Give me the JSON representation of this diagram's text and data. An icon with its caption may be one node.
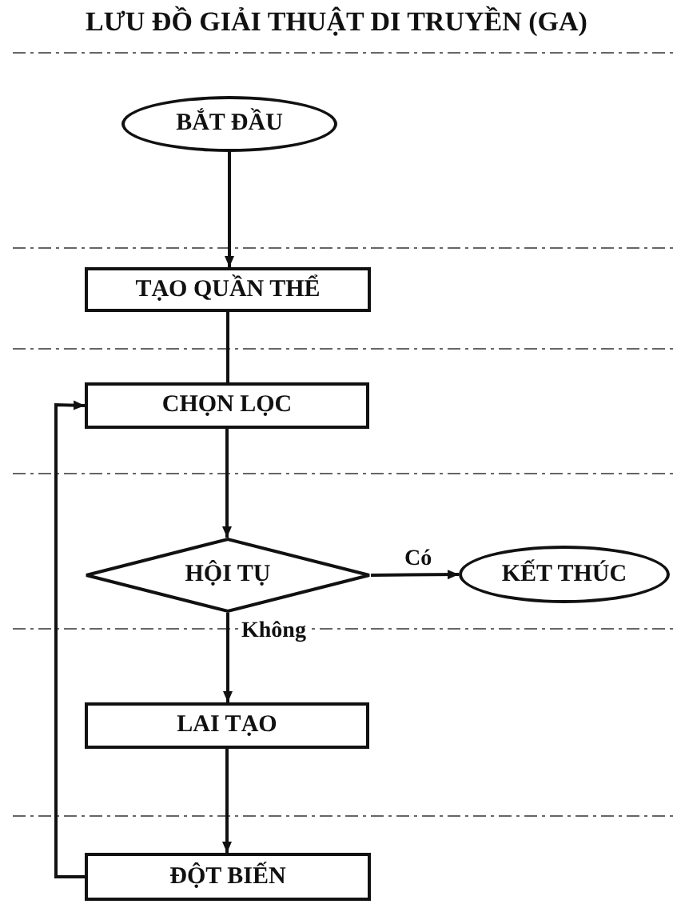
{
  "diagram": {
    "title": "LƯU ĐỒ GIẢI THUẬT DI TRUYỀN (GA)",
    "nodes": [
      {
        "text": [
          "BẮT ĐẦU"
        ]
      },
      {
        "text": [
          "TẠO QUẦN THỂ"
        ]
      },
      {
        "text": [
          "CHỌN LỌC"
        ]
      },
      {
        "text": [
          "HỘI TỤ"
        ]
      },
      {
        "text": [
          "KẾT THÚC"
        ]
      },
      {
        "text": [
          "LAI TẠO"
        ]
      },
      {
        "text": [
          "ĐỘT BIẾN"
        ]
      }
    ],
    "edges": [
      {
        "from": 0,
        "to": 1,
        "arrow": "to"
      },
      {
        "from": 1,
        "to": 2,
        "arrow": "none"
      },
      {
        "from": 2,
        "to": 3,
        "arrow": "to"
      },
      {
        "from": 3,
        "to": 4,
        "arrow": "to",
        "label": "Có"
      },
      {
        "from": 3,
        "to": 5,
        "arrow": "to",
        "label": "Không"
      },
      {
        "from": 5,
        "to": 6,
        "arrow": "to"
      },
      {
        "from": 6,
        "to": 2,
        "arrow": "to"
      }
    ]
  }
}
